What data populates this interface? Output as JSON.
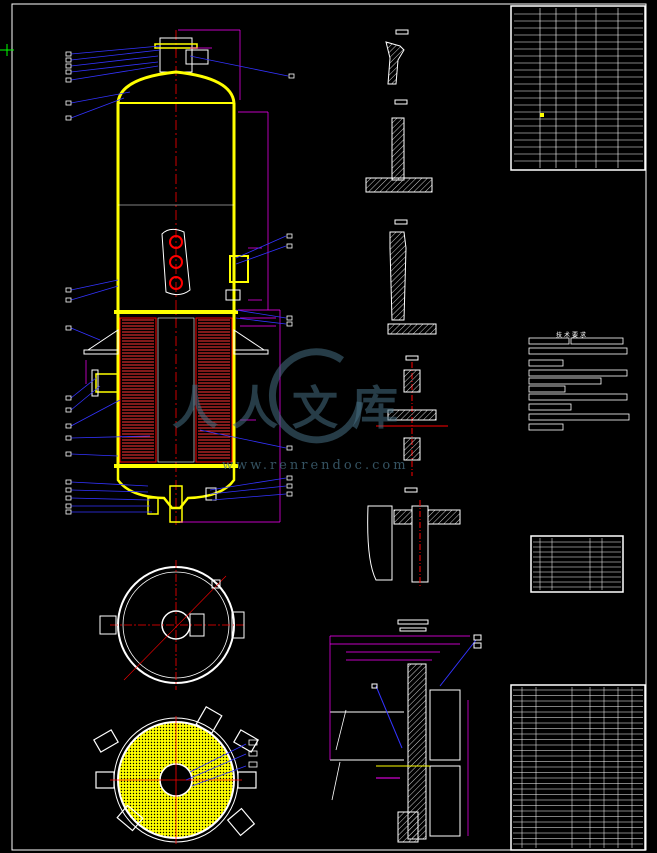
{
  "watermark": {
    "text": "人人文库",
    "url": "www.renrendoc.com"
  },
  "technical_requirements": {
    "title": "技术要求"
  },
  "colors": {
    "background": "#000000",
    "outline": "#ffffff",
    "vessel_shell": "#ffff00",
    "dimension": "#ff00ff",
    "leader": "#0000ff",
    "centerline": "#ff0000",
    "hatch": "#ffff00",
    "watermark": "#466e82"
  }
}
